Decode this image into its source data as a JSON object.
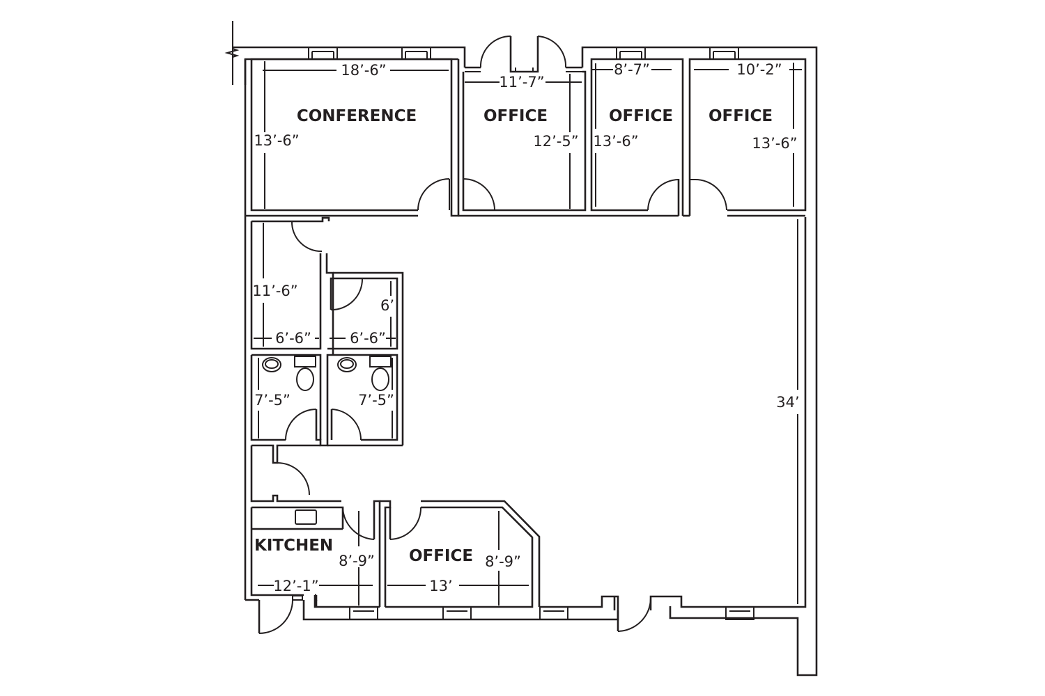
{
  "colors": {
    "line": "#231f20",
    "background": "#ffffff"
  },
  "rooms": {
    "conference": {
      "label": "CONFERENCE",
      "width": "18’-6”",
      "depth": "13’-6”"
    },
    "office_1": {
      "label": "OFFICE",
      "width": "11’-7”",
      "depth": "12’-5”"
    },
    "office_2": {
      "label": "OFFICE",
      "width": "8’-7”",
      "depth": "13’-6”"
    },
    "office_3": {
      "label": "OFFICE",
      "width": "10’-2”",
      "depth": "13’-6”"
    },
    "storage": {
      "depth": "11’-6”",
      "width": "6’-6”"
    },
    "closet": {
      "depth": "6’",
      "width": "6’-6”"
    },
    "restroom_1": {
      "depth": "7’-5”"
    },
    "restroom_2": {
      "depth": "7’-5”"
    },
    "kitchen": {
      "label": "KITCHEN",
      "width": "12’-1”",
      "depth": "8’-9”"
    },
    "office_4": {
      "label": "OFFICE",
      "width": "13’",
      "depth": "8’-9”"
    },
    "open_area": {
      "depth": "34’"
    }
  }
}
